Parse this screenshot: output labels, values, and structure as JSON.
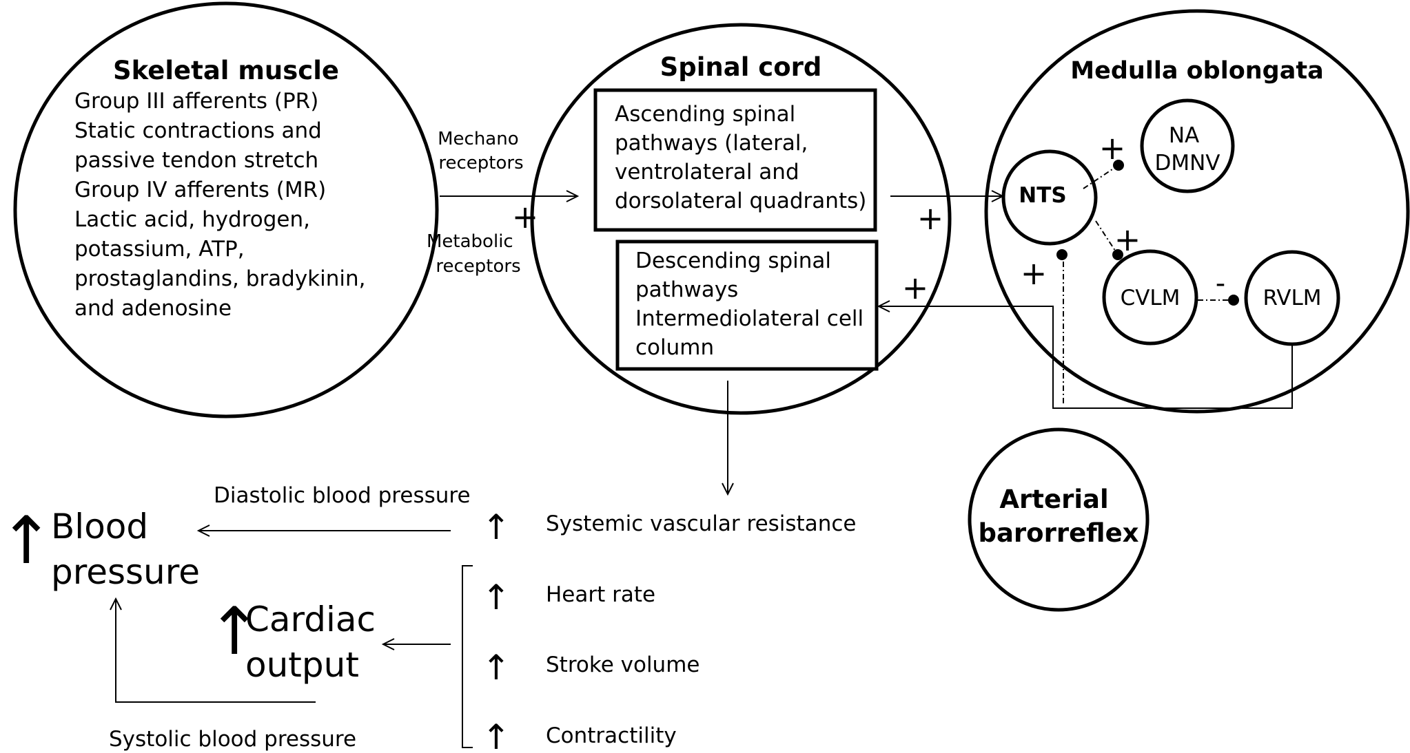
{
  "skeletal_muscle": {
    "title": "Skeletal muscle",
    "lines": [
      "Group III afferents (PR)",
      "Static contractions and",
      "passive tendon stretch",
      "Group IV afferents  (MR)",
      "Lactic acid, hydrogen,",
      "potassium, ATP,",
      "prostaglandins, bradykinin,",
      "and adenosine"
    ]
  },
  "input_labels": {
    "mechano": [
      "Mechano",
      "receptors"
    ],
    "metabolic": [
      "Metabolic",
      "receptors"
    ]
  },
  "spinal_cord": {
    "title": "Spinal cord",
    "ascending": [
      "Ascending spinal",
      "pathways (lateral,",
      "ventrolateral and",
      "dorsolateral quadrants)"
    ],
    "descending": [
      "Descending spinal",
      "pathways",
      "Intermediolateral cell",
      "column"
    ]
  },
  "medulla": {
    "title": "Medulla oblongata",
    "nts": "NTS",
    "na_dmnv": [
      "NA",
      "DMNV"
    ],
    "cvlm": "CVLM",
    "rvlm": "RVLM"
  },
  "baroreflex": [
    "Arterial",
    "barorreflex"
  ],
  "signs": {
    "plus": "+",
    "minus": "-"
  },
  "arrow_glyph": "↑",
  "effects": {
    "resistance": "Systemic vascular resistance",
    "heart_rate": "Heart rate",
    "stroke_volume": "Stroke volume",
    "contractility": "Contractility"
  },
  "outcomes": {
    "diastolic": "Diastolic blood pressure",
    "systolic": "Systolic blood pressure",
    "blood_pressure": [
      "Blood",
      "pressure"
    ],
    "cardiac_output": [
      "Cardiac",
      "output"
    ]
  }
}
